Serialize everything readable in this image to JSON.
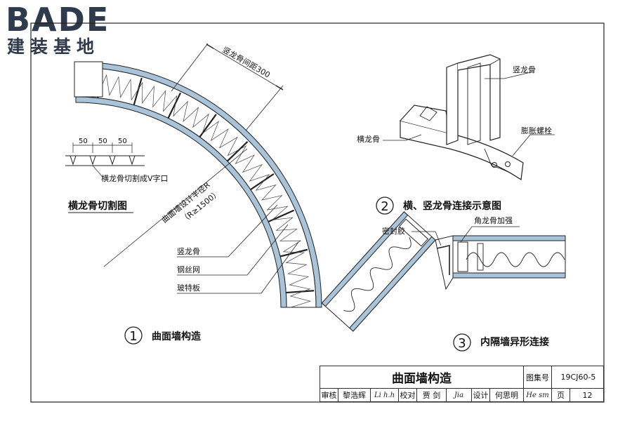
{
  "logo": {
    "main": "BADE",
    "sub": "建装基地"
  },
  "labels": {
    "spacing": "竖龙骨间距300",
    "dim1": "50",
    "dim2": "50",
    "dim3": "50",
    "v_cut": "横龙骨切割成V字口",
    "cut_title": "横龙骨切割图",
    "radius": "曲面墙设计半径R",
    "radius_cond": "（R≥1500）",
    "stud": "竖龙骨",
    "mesh": "钢丝网",
    "board": "玻特板",
    "fig2_stud": "竖龙骨",
    "fig2_track": "横龙骨",
    "fig2_bolt": "膨胀螺栓",
    "sealant": "密封胶",
    "corner": "角龙骨加强"
  },
  "figures": [
    {
      "num": "1",
      "title": "曲面墙构造"
    },
    {
      "num": "2",
      "title": "横、竖龙骨连接示意图"
    },
    {
      "num": "3",
      "title": "内隔墙异形连接"
    }
  ],
  "title_block": {
    "title": "曲面墙构造",
    "atlas_label": "图集号",
    "atlas_no": "19CJ60-5",
    "review": "审核",
    "reviewer": "黎浩辉",
    "reviewer_sig": "Li h.h",
    "check": "校对",
    "checker": "贾 剑",
    "checker_sig": "Jia",
    "design": "设计",
    "designer": "何思明",
    "designer_sig": "He sm",
    "page_label": "页",
    "page_no": "12"
  },
  "colors": {
    "board_fill": "#a9c3d8",
    "line": "#1a1a1a",
    "logo": "#2f3a4c"
  }
}
